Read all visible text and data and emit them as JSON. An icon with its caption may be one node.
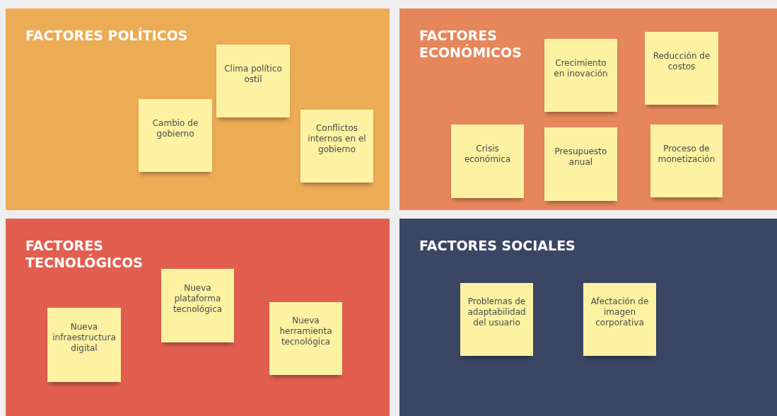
{
  "diagram": {
    "nodes": [
      {
        "text": [
          "FACTORES POLÍTICOS"
        ]
      },
      {
        "text": [
          "Clima político ostil"
        ],
        "in": 0
      },
      {
        "text": [
          "Cambio de gobierno"
        ],
        "in": 0
      },
      {
        "text": [
          "Conflictos internos en el gobierno"
        ],
        "in": 0
      },
      {
        "text": [
          "FACTORES ECONÓMICOS"
        ]
      },
      {
        "text": [
          "Crecimiento en inovación"
        ],
        "in": 4
      },
      {
        "text": [
          "Reducción de costos"
        ],
        "in": 4
      },
      {
        "text": [
          "Crisis económica"
        ],
        "in": 4
      },
      {
        "text": [
          "Presupuesto anual"
        ],
        "in": 4
      },
      {
        "text": [
          "Proceso de monetización"
        ],
        "in": 4
      },
      {
        "text": [
          "FACTORES TECNOLÓGICOS"
        ]
      },
      {
        "text": [
          "Nueva plataforma tecnológica"
        ],
        "in": 10
      },
      {
        "text": [
          "Nueva infraestructura digital"
        ],
        "in": 10
      },
      {
        "text": [
          "Nueva herramienta tecnológica"
        ],
        "in": 10
      },
      {
        "text": [
          "FACTORES SOCIALES"
        ]
      },
      {
        "text": [
          "Problemas de adaptabilidad del usuario"
        ],
        "in": 14
      },
      {
        "text": [
          "Afectación de imagen corporativa"
        ],
        "in": 14
      }
    ]
  }
}
